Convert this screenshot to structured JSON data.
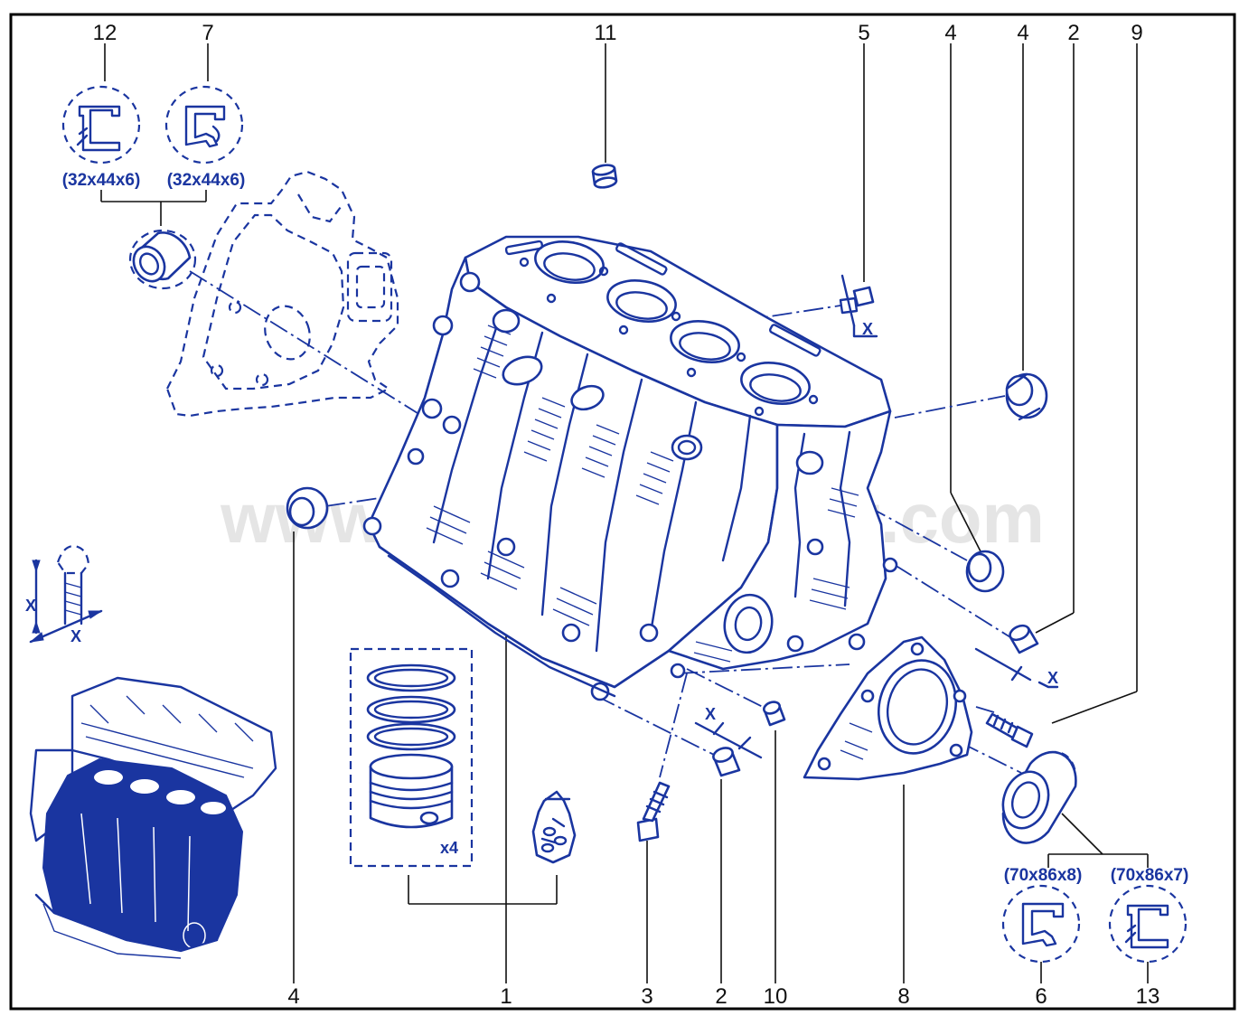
{
  "watermark": "www.partsassistant.com",
  "callouts": {
    "c12_top": "12",
    "c7_top": "7",
    "c11_top": "11",
    "c5_top": "5",
    "c4_top_a": "4",
    "c4_top_b": "4",
    "c2_top": "2",
    "c9_top": "9",
    "c4_bottom": "4",
    "c1_bottom": "1",
    "c3_bottom": "3",
    "c2_bottom": "2",
    "c10_bottom": "10",
    "c8_bottom": "8",
    "c6_bottom": "6",
    "c13_bottom": "13"
  },
  "seal_dimensions": {
    "front_seal_a": "(32x44x6)",
    "front_seal_b": "(32x44x6)",
    "rear_seal_a": "(70x86x8)",
    "rear_seal_b": "(70x86x7)"
  },
  "piston_set_quantity": "x4",
  "dimension_marks": {
    "bolt_x": "X",
    "dowel_x_right": "X",
    "dowel_x_bottom": "X",
    "torque_x_vertical": "X",
    "torque_x_horizontal": "X"
  },
  "colors": {
    "ink": "#1a35a0",
    "text": "#111111",
    "frame": "#000000"
  }
}
